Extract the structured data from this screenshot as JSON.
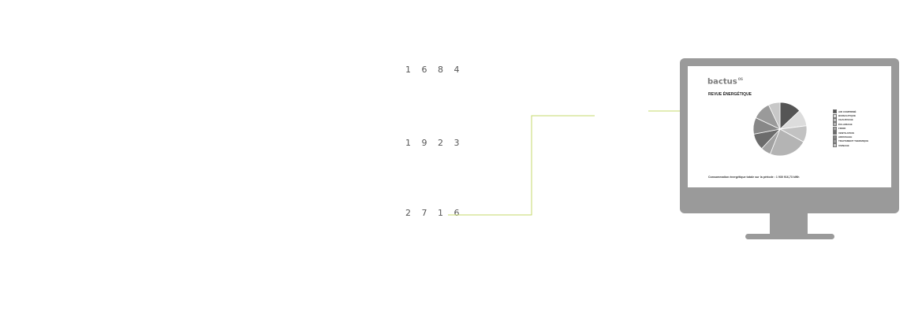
{
  "timeline": {
    "years": [
      "1 6 8 4",
      "1 9 2 3",
      "2 7 1 6"
    ],
    "line_color": "#c5d96b"
  },
  "monitor": {
    "frame_color": "#9a9a9a",
    "screen": {
      "logo": "bactus",
      "logo_sup": "OS",
      "title": "REVUE ÉNERGÉTIQUE",
      "footer": "Consommation énergétique totale sur la période : 1 930 916,73 kWh",
      "legend": [
        {
          "label": "AIR COMPRIMÉ",
          "color": "#555555"
        },
        {
          "label": "BUREAUTIQUE",
          "color": "#dcdcdc"
        },
        {
          "label": "CHAUFFAGE",
          "color": "#c2c2c2"
        },
        {
          "label": "ÉCLAIRAGE",
          "color": "#b4b4b4"
        },
        {
          "label": "FROID",
          "color": "#a2a2a2"
        },
        {
          "label": "VENTILATION",
          "color": "#6c6c6c"
        },
        {
          "label": "ARROSAGE",
          "color": "#888888"
        },
        {
          "label": "TRAITEMENT THERMIQUE",
          "color": "#9a9a9a"
        },
        {
          "label": "USINAGE",
          "color": "#c8c8c8"
        }
      ]
    }
  },
  "chart_data": {
    "type": "pie",
    "title": "REVUE ÉNERGÉTIQUE",
    "categories": [
      "AIR COMPRIMÉ",
      "BUREAUTIQUE",
      "CHAUFFAGE",
      "ÉCLAIRAGE",
      "FROID",
      "VENTILATION",
      "ARROSAGE",
      "TRAITEMENT THERMIQUE",
      "USINAGE"
    ],
    "values": [
      13,
      10,
      10,
      23,
      6,
      10,
      10,
      11,
      7
    ],
    "colors": [
      "#555555",
      "#dcdcdc",
      "#c2c2c2",
      "#b4b4b4",
      "#a2a2a2",
      "#6c6c6c",
      "#888888",
      "#9a9a9a",
      "#c8c8c8"
    ]
  }
}
